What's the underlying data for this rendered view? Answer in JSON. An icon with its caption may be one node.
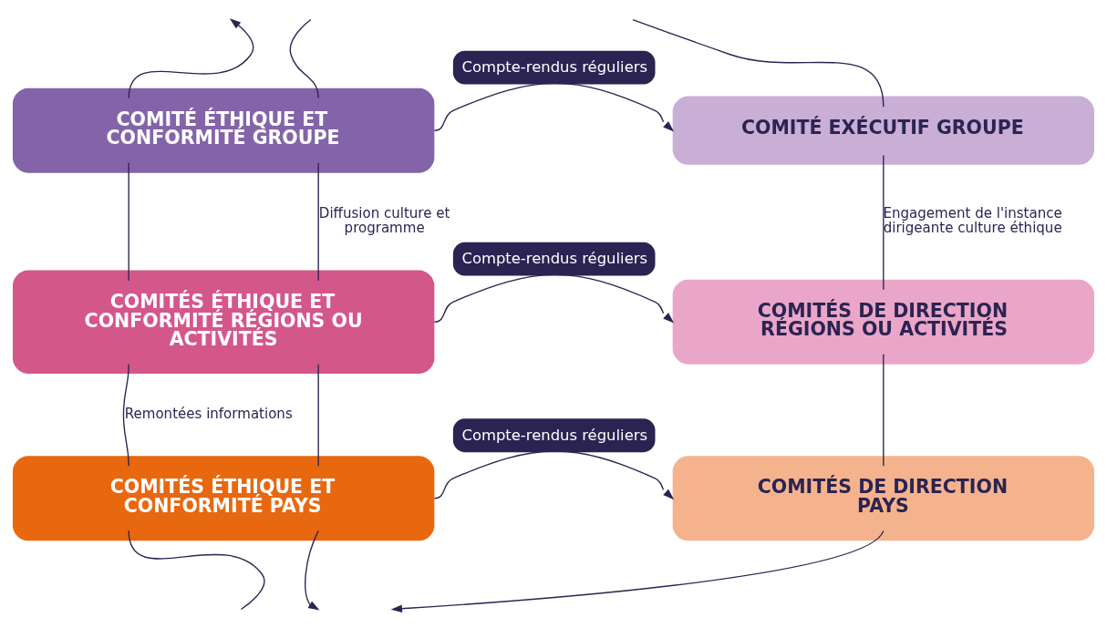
{
  "diagram": {
    "nodes": [
      {
        "text": [
          "COMITÉ ÉTHIQUE ET CONFORMITÉ GROUPE"
        ]
      },
      {
        "text": [
          "COMITÉS ÉTHIQUE ET CONFORMITÉ RÉGIONS OU ACTIVITÉS"
        ]
      },
      {
        "text": [
          "COMITÉS ÉTHIQUE ET CONFORMITÉ PAYS"
        ]
      },
      {
        "text": [
          "COMITÉ EXÉCUTIF GROUPE"
        ]
      },
      {
        "text": [
          "COMITÉS DE DIRECTION RÉGIONS OU ACTIVITÉS"
        ]
      },
      {
        "text": [
          "COMITÉS DE DIRECTION PAYS"
        ]
      }
    ],
    "edges": [
      {
        "from": 0,
        "to": null,
        "arrow": "to"
      },
      {
        "from": null,
        "to": 0,
        "arrow": "none"
      },
      {
        "from": null,
        "to": 3,
        "arrow": "none"
      },
      {
        "from": 0,
        "to": 3,
        "arrow": "to",
        "label": "Compte-rendus réguliers"
      },
      {
        "from": 1,
        "to": 0,
        "arrow": "none"
      },
      {
        "from": 0,
        "to": 1,
        "arrow": "none",
        "label": "Diffusion culture et programme"
      },
      {
        "from": 3,
        "to": 4,
        "arrow": "none",
        "label": "Engagement de l'instance dirigeante culture éthique"
      },
      {
        "from": 1,
        "to": 4,
        "arrow": "to",
        "label": "Compte-rendus réguliers"
      },
      {
        "from": 2,
        "to": 1,
        "arrow": "none",
        "label": "Remontées informations"
      },
      {
        "from": 1,
        "to": 2,
        "arrow": "none"
      },
      {
        "from": 4,
        "to": 5,
        "arrow": "none"
      },
      {
        "from": 2,
        "to": 5,
        "arrow": "to",
        "label": "Compte-rendus réguliers"
      },
      {
        "from": null,
        "to": 2,
        "arrow": "none"
      },
      {
        "from": 2,
        "to": null,
        "arrow": "to"
      },
      {
        "from": 5,
        "to": null,
        "arrow": "to"
      }
    ]
  }
}
